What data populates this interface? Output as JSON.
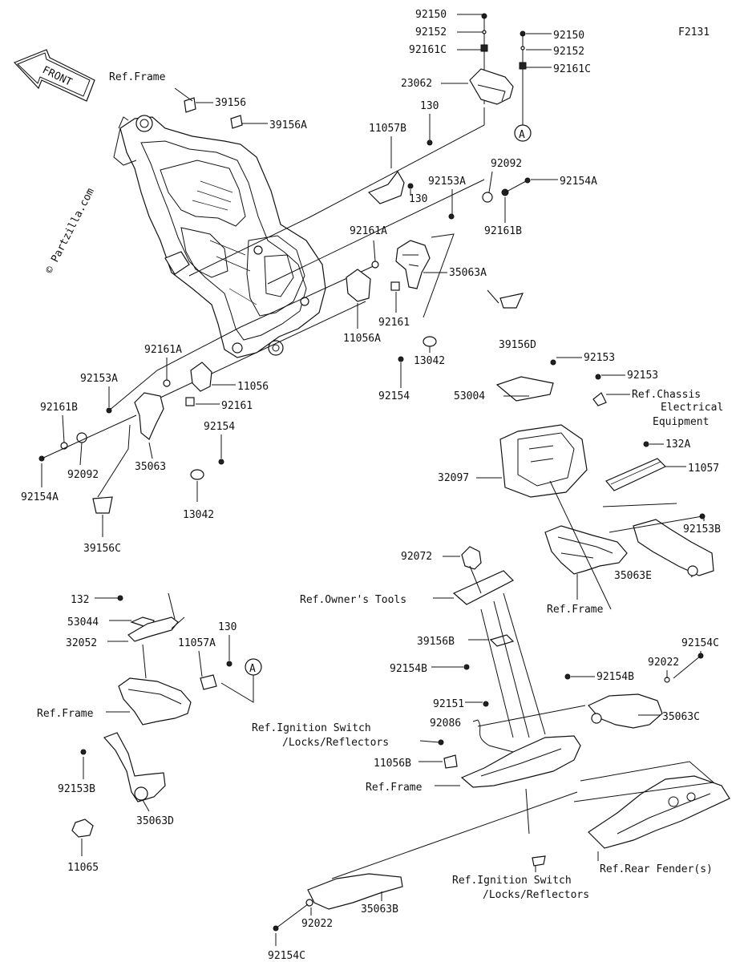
{
  "diagram_code": "F2131",
  "watermark": "© Partzilla.com",
  "front_arrow": "FRONT",
  "ref_callout": "A",
  "labels": {
    "n92150a": "92150",
    "n92152a": "92152",
    "n92161Ca": "92161C",
    "n92150b": "92150",
    "n92152b": "92152",
    "n92161Cb": "92161C",
    "n23062": "23062",
    "n130a": "130",
    "n11057B": "11057B",
    "refFrame1": "Ref.Frame",
    "n39156": "39156",
    "n39156A": "39156A",
    "n92092a": "92092",
    "n92154Aa": "92154A",
    "n92153Aa": "92153A",
    "n130b": "130",
    "n92161B1": "92161B",
    "n92161Aa": "92161A",
    "n35063A": "35063A",
    "n92161a": "92161",
    "n11056A": "11056A",
    "n39156D": "39156D",
    "n13042a": "13042",
    "n92154a": "92154",
    "n92153a": "92153",
    "n92153b": "92153",
    "n53004": "53004",
    "refChassis1": "Ref.Chassis",
    "refChassis2": "Electrical",
    "refChassis3": "Equipment",
    "n132A": "132A",
    "n11057": "11057",
    "n32097": "32097",
    "n92161Ab": "92161A",
    "n92153Ab": "92153A",
    "n11056": "11056",
    "n92161b": "92161",
    "n92161B2": "92161B",
    "n92154b": "92154",
    "n92092b": "92092",
    "n35063": "35063",
    "n92154Ab": "92154A",
    "n13042b": "13042",
    "n39156C": "39156C",
    "n92153B1": "92153B",
    "n35063E": "35063E",
    "refFrame2": "Ref.Frame",
    "n92072": "92072",
    "refTools": "Ref.Owner's Tools",
    "n132": "132",
    "n53044": "53044",
    "n32052": "32052",
    "n130c": "130",
    "n11057A": "11057A",
    "refFrame3": "Ref.Frame",
    "n92154C1": "92154C",
    "n92022a": "92022",
    "n39156B": "39156B",
    "n92154B1": "92154B",
    "n92154B2": "92154B",
    "n35063C": "35063C",
    "n92151": "92151",
    "refIgn1a": "Ref.Ignition Switch",
    "refIgn1b": "/Locks/Reflectors",
    "n92086": "92086",
    "n11056B": "11056B",
    "refFrame4": "Ref.Frame",
    "n92153B2": "92153B",
    "n35063D": "35063D",
    "n11065": "11065",
    "refRear": "Ref.Rear Fender(s)",
    "refIgn2a": "Ref.Ignition Switch",
    "refIgn2b": "/Locks/Reflectors",
    "n35063B": "35063B",
    "n92154C2": "92154C",
    "n92022b": "92022"
  }
}
